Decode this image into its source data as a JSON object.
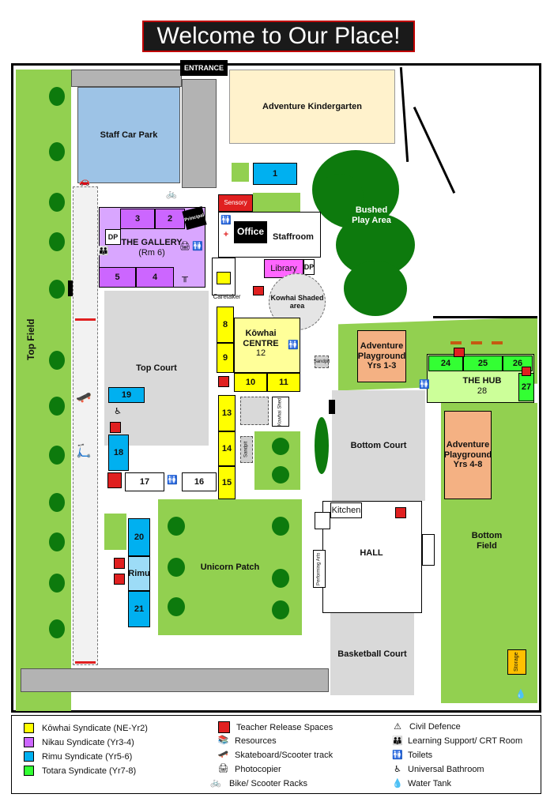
{
  "title": "Welcome to Our Place!",
  "labels": {
    "entrance": "ENTRANCE",
    "adventure_kindergarten": "Adventure Kindergarten",
    "staff_car_park": "Staff Car Park",
    "bushed_play_area": "Bushed Play Area",
    "room1": "1",
    "sensory": "Sensory",
    "office": "Office",
    "staffroom": "Staffroom",
    "room3": "3",
    "room2": "2",
    "principal": "Principal",
    "dp": "DP",
    "the_gallery": "THE GALLERY",
    "rm6": "(Rm 6)",
    "room5": "5",
    "room4": "4",
    "library": "Library",
    "dp2": "DP",
    "caretaker": "Caretaker",
    "kowhai_shaded_area": "Kowhai Shaded area",
    "top_field": "Top Field",
    "top_court": "Top Court",
    "room8": "8",
    "room9": "9",
    "kowhai_centre": "Kōwhai CENTRE",
    "room12": "12",
    "room10": "10",
    "room11": "11",
    "sandpit1": "Sandpit",
    "adventure_playground_1_3": "Adventure Playground Yrs 1-3",
    "room24": "24",
    "room25": "25",
    "room26": "26",
    "the_hub": "THE HUB",
    "room28": "28",
    "room27": "27",
    "room19": "19",
    "room18": "18",
    "room13": "13",
    "room14": "14",
    "sandpit2": "Sandpit",
    "room15": "15",
    "kowhai_shed": "Kowhai Shed",
    "bottom_court": "Bottom Court",
    "adventure_playground_4_8": "Adventure Playground Yrs 4-8",
    "room17": "17",
    "room16": "16",
    "kitchen": "Kitchen",
    "room20": "20",
    "rimu": "Rimu",
    "room21": "21",
    "unicorn_patch": "Unicorn Patch",
    "hall": "HALL",
    "performing_arts": "Performing Arts",
    "bottom_field": "Bottom Field",
    "basketball_court": "Basketball Court",
    "storage": "Storage"
  },
  "legend": {
    "syndicates": [
      {
        "label": "Kōwhai Syndicate  (NE-Yr2)",
        "color": "#ffff00"
      },
      {
        "label": "Nikau Syndicate    (Yr3-4)",
        "color": "#cc66ff"
      },
      {
        "label": "Rimu Syndicate (Yr5-6)",
        "color": "#00b0f0"
      },
      {
        "label": "Totara Syndicate (Yr7-8)",
        "color": "#33ff33"
      }
    ],
    "facilities": [
      {
        "label": "Teacher Release Spaces",
        "icon": "teacher-release-icon"
      },
      {
        "label": "Resources",
        "icon": "resources-icon"
      },
      {
        "label": "Skateboard/Scooter track",
        "icon": "skateboard-icon"
      },
      {
        "label": "Photocopier",
        "icon": "photocopier-icon"
      },
      {
        "label": "Bike/ Scooter Racks",
        "icon": "bike-icon"
      }
    ],
    "services": [
      {
        "label": "Civil Defence",
        "icon": "civil-defence-icon"
      },
      {
        "label": "Learning Support/ CRT Room",
        "icon": "learning-support-icon"
      },
      {
        "label": "Toilets",
        "icon": "toilets-icon"
      },
      {
        "label": "Universal Bathroom",
        "icon": "universal-bathroom-icon"
      },
      {
        "label": "Water Tank",
        "icon": "water-tank-icon"
      }
    ]
  }
}
